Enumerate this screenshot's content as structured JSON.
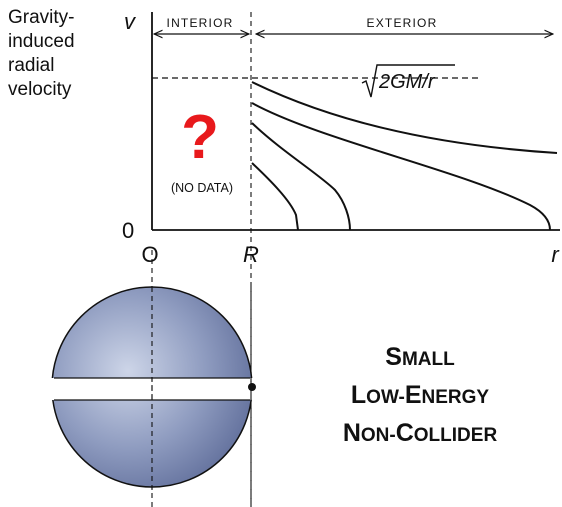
{
  "y_axis_label_lines": [
    "Gravity-",
    "induced",
    "radial",
    "velocity"
  ],
  "axis": {
    "v_label": "v",
    "zero_label": "0",
    "x_ticks": [
      "O",
      "R",
      "r"
    ],
    "velocity_formula": "2GM/r"
  },
  "regions": {
    "interior": "INTERIOR",
    "exterior": "EXTERIOR"
  },
  "question_mark": "?",
  "no_data_note": "(NO DATA)",
  "title_lines": [
    [
      {
        "cap": "S",
        "rest": "MALL"
      }
    ],
    [
      {
        "cap": "L",
        "rest": "OW-"
      },
      {
        "cap": "E",
        "rest": "NERGY"
      }
    ],
    [
      {
        "cap": "N",
        "rest": "ON-"
      },
      {
        "cap": "C",
        "rest": "OLLIDER"
      }
    ]
  ],
  "colors": {
    "question": "#e8191c",
    "sphere_center": "#c9d2e6",
    "sphere_edge": "#5f6e9a",
    "line": "#111111"
  }
}
